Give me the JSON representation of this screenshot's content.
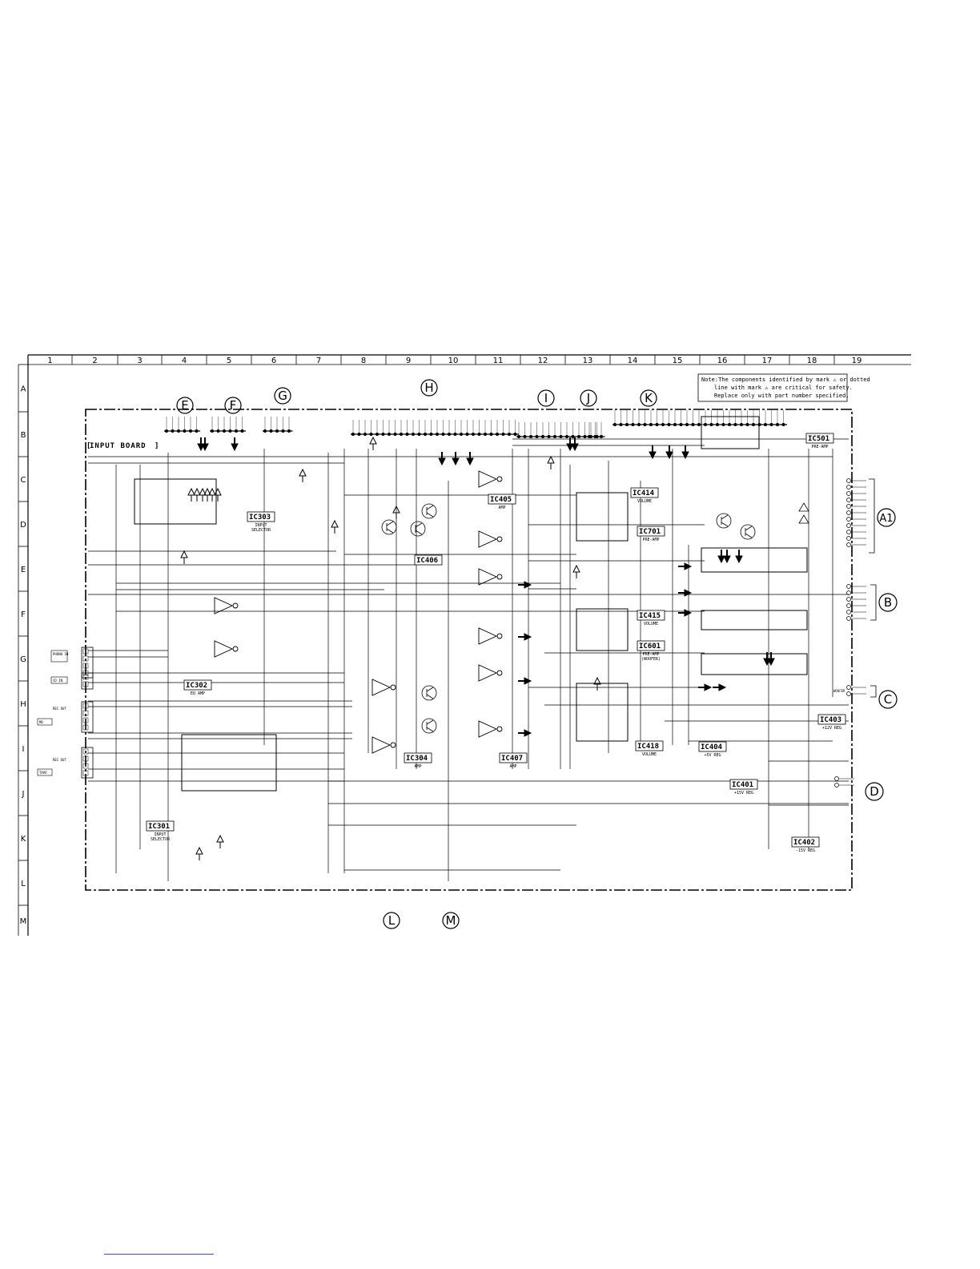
{
  "board_title": "INPUT BOARD",
  "note": {
    "line1": "Note:The components identified by mark ⚠ or dotted",
    "line2": "line with mark ⚠ are critical for safety.",
    "line3": "Replace only with part number specified."
  },
  "grid": {
    "columns": [
      "1",
      "2",
      "3",
      "4",
      "5",
      "6",
      "7",
      "8",
      "9",
      "10",
      "11",
      "12",
      "13",
      "14",
      "15",
      "16",
      "17",
      "18",
      "19"
    ],
    "rows": [
      "A",
      "B",
      "C",
      "D",
      "E",
      "F",
      "G",
      "H",
      "I",
      "J",
      "K",
      "L",
      "M"
    ]
  },
  "connectors_top": [
    "E",
    "F",
    "G",
    "H",
    "I",
    "J",
    "K"
  ],
  "connectors_right": [
    "A1",
    "B",
    "C",
    "D"
  ],
  "connectors_bottom": [
    "L",
    "M"
  ],
  "ics": {
    "ic303": {
      "name": "IC303",
      "desc1": "INPUT",
      "desc2": "SELECTOR"
    },
    "ic302": {
      "name": "IC302",
      "desc1": "EQ AMP",
      "desc2": ""
    },
    "ic301": {
      "name": "IC301",
      "desc1": "INPUT",
      "desc2": "SELECTOR"
    },
    "ic304": {
      "name": "IC304",
      "desc1": "AMP",
      "desc2": ""
    },
    "ic405": {
      "name": "IC405",
      "desc1": "AMP",
      "desc2": ""
    },
    "ic406": {
      "name": "IC406",
      "desc1": "",
      "desc2": ""
    },
    "ic407": {
      "name": "IC407",
      "desc1": "AMP",
      "desc2": ""
    },
    "ic414": {
      "name": "IC414",
      "desc1": "VOLUME",
      "desc2": ""
    },
    "ic701": {
      "name": "IC701",
      "desc1": "PRE-AMP",
      "desc2": ""
    },
    "ic415": {
      "name": "IC415",
      "desc1": "VOLUME",
      "desc2": ""
    },
    "ic601": {
      "name": "IC601",
      "desc1": "PRE-AMP",
      "desc2": "(WOOFER)"
    },
    "ic418": {
      "name": "IC418",
      "desc1": "VOLUME",
      "desc2": ""
    },
    "ic501": {
      "name": "IC501",
      "desc1": "PRE-AMP",
      "desc2": ""
    },
    "ic403": {
      "name": "IC403",
      "desc1": "+12V REG",
      "desc2": ""
    },
    "ic404": {
      "name": "IC404",
      "desc1": "+5V REG",
      "desc2": ""
    },
    "ic401": {
      "name": "IC401",
      "desc1": "+15V REG",
      "desc2": ""
    },
    "ic402": {
      "name": "IC402",
      "desc1": "-15V REG",
      "desc2": ""
    }
  },
  "jacks": {
    "phono_in": "PHONO IN",
    "cd_in": "CD IN",
    "rec_out": "REC OUT",
    "md": "MD",
    "rec_out2": "REC OUT",
    "tape": "TAPE",
    "woofer": "WOOFER"
  }
}
